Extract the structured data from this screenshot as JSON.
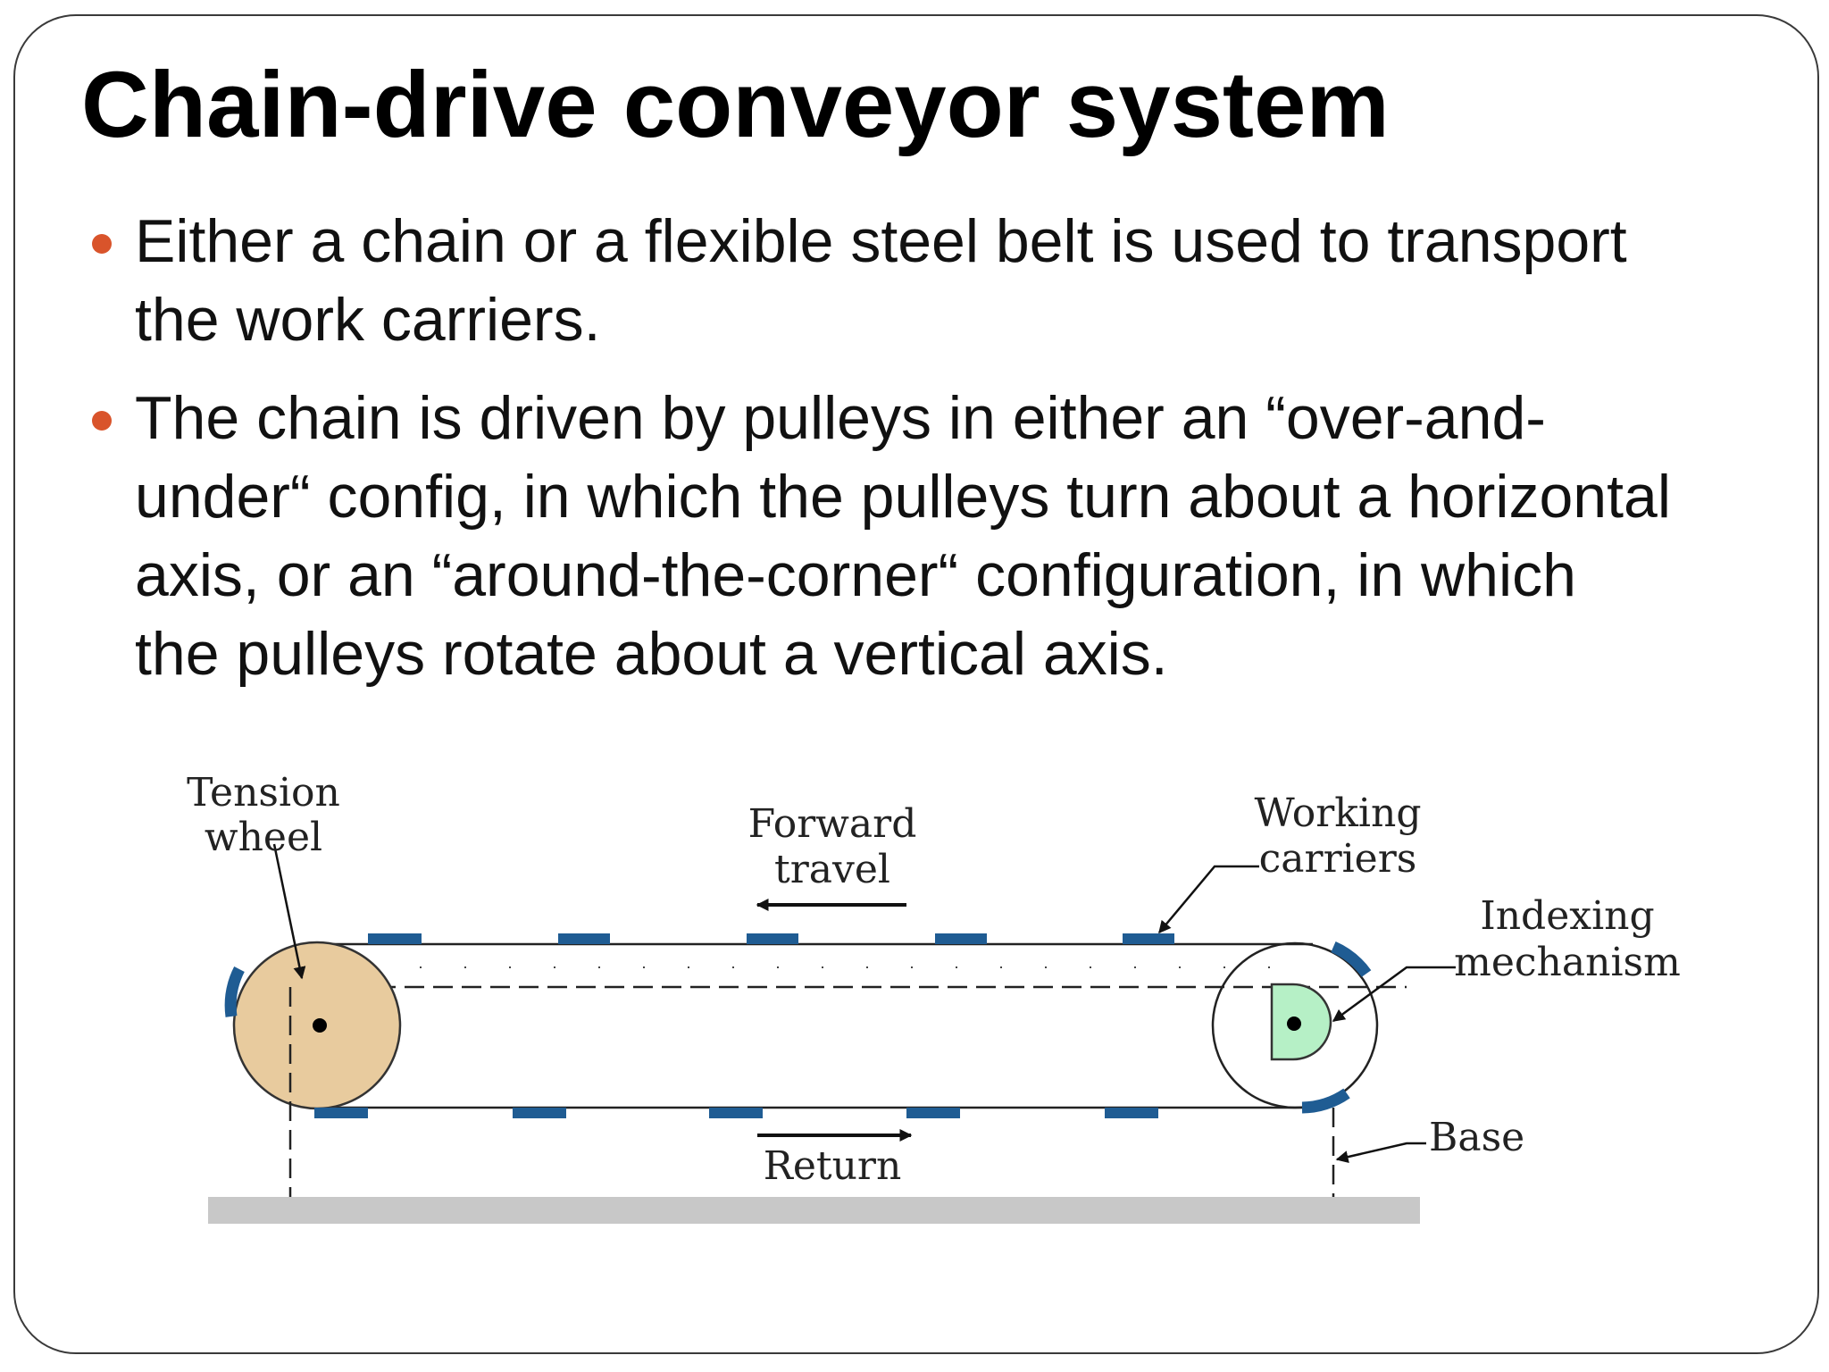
{
  "slide": {
    "title": "Chain-drive conveyor system",
    "bullets": [
      {
        "lines": [
          "Either a chain or a flexible steel belt is used to transport",
          "the work carriers."
        ]
      },
      {
        "lines": [
          "The chain is driven by pulleys in either an “over-and-",
          "under“ config, in which the pulleys turn about a horizontal",
          "axis, or an “around-the-corner“ configuration, in which",
          "the pulleys rotate about a vertical axis."
        ]
      }
    ],
    "bullet_color": "#d9542b"
  },
  "diagram": {
    "labels": {
      "tension_wheel": [
        "Tension",
        "wheel"
      ],
      "forward_travel": [
        "Forward",
        "travel"
      ],
      "working_carriers": [
        "Working",
        "carriers"
      ],
      "indexing_mechanism": [
        "Indexing",
        "mechanism"
      ],
      "base": "Base",
      "return": "Return"
    },
    "colors": {
      "tension_wheel": "#e8cb9e",
      "carrier": "#1f5c93",
      "indexing": "#b6f0c6",
      "base": "#c8c8c8"
    },
    "icons": [
      "tension-wheel-icon",
      "drive-wheel-icon",
      "indexing-mechanism-icon",
      "carrier-icon",
      "arrow-icon"
    ]
  }
}
